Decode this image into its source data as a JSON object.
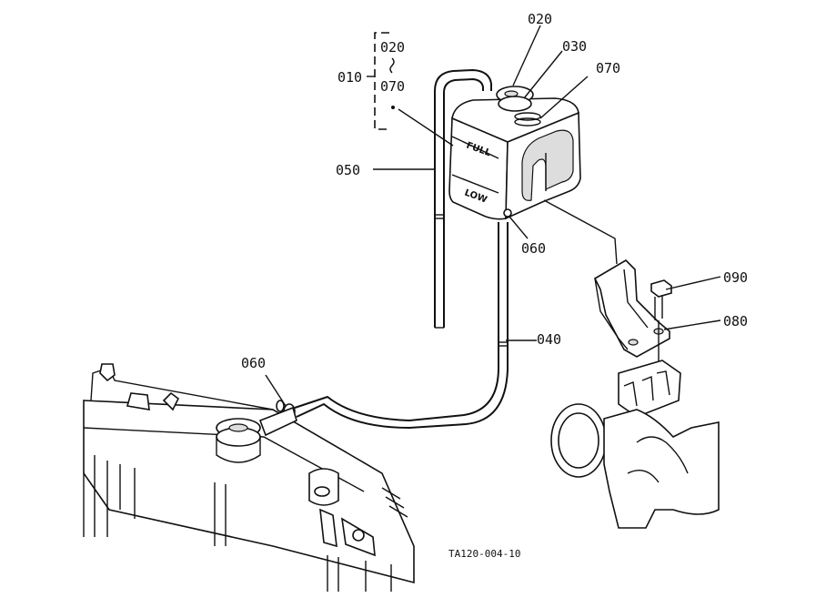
{
  "parts": {
    "p010": "010",
    "p020_group": "020",
    "p070_group": "070",
    "p020": "020",
    "p030": "030",
    "p070": "070",
    "p050": "050",
    "p060_tank": "060",
    "p060_radiator": "060",
    "p040": "040",
    "p090": "090",
    "p080": "080"
  },
  "tank_marks": {
    "full": "FULL",
    "low": "LOW"
  },
  "figure_id": "TA120-004-10"
}
